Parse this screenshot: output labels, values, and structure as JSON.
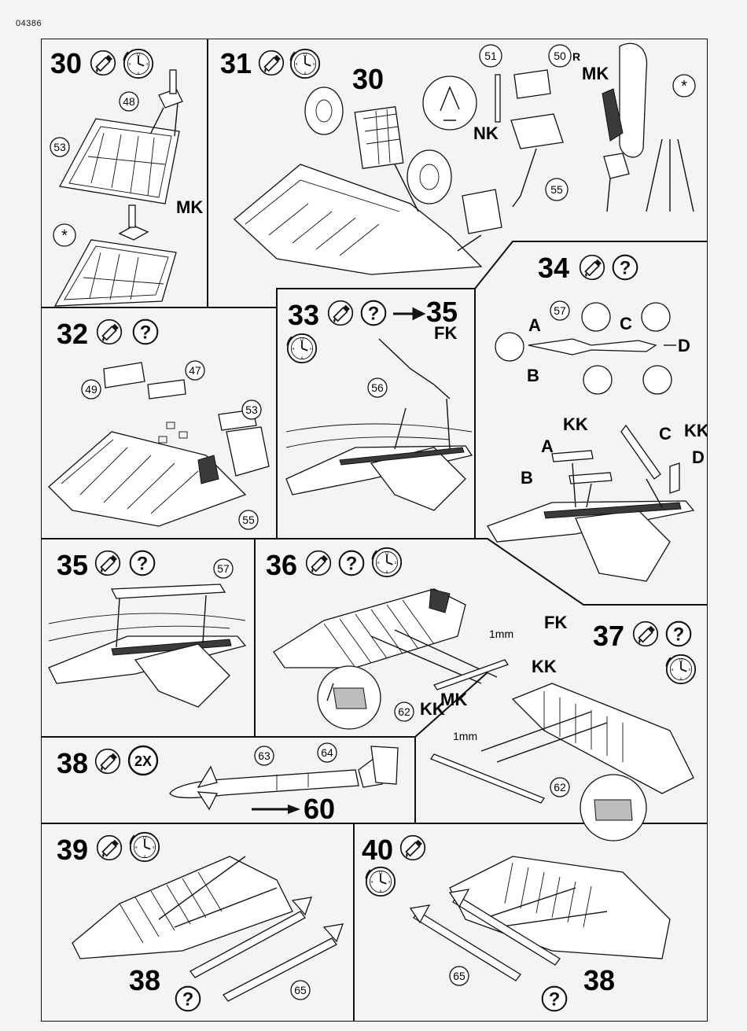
{
  "document_code": "04386",
  "steps": [
    {
      "number": "30",
      "parts": [
        "48",
        "53"
      ],
      "marks": [
        "MK"
      ],
      "extra": "*"
    },
    {
      "number": "31",
      "parts": [
        "30",
        "51",
        "50",
        "55"
      ],
      "part_suffix": "R",
      "marks": [
        "NK",
        "MK"
      ],
      "extra": "*"
    },
    {
      "number": "32",
      "parts": [
        "47",
        "49",
        "53",
        "55"
      ],
      "question": "?"
    },
    {
      "number": "33",
      "parts": [
        "56"
      ],
      "marks": [
        "FK"
      ],
      "question": "?",
      "next": "35"
    },
    {
      "number": "34",
      "parts": [
        "57"
      ],
      "letters": [
        "A",
        "B",
        "C",
        "D"
      ],
      "marks": [
        "KK",
        "KK"
      ],
      "question": "?"
    },
    {
      "number": "35",
      "parts": [
        "57"
      ],
      "question": "?"
    },
    {
      "number": "36",
      "parts": [
        "62"
      ],
      "marks": [
        "FK",
        "KK",
        "KK",
        "MK"
      ],
      "measure": "1mm",
      "question": "?"
    },
    {
      "number": "37",
      "parts": [
        "62"
      ],
      "measure": "1mm",
      "question": "?"
    },
    {
      "number": "38",
      "parts": [
        "63",
        "64"
      ],
      "qty": "2X",
      "next": "60"
    },
    {
      "number": "39",
      "parts": [
        "38",
        "65"
      ],
      "question": "?"
    },
    {
      "number": "40",
      "parts": [
        "65",
        "38"
      ],
      "question": "?"
    }
  ]
}
